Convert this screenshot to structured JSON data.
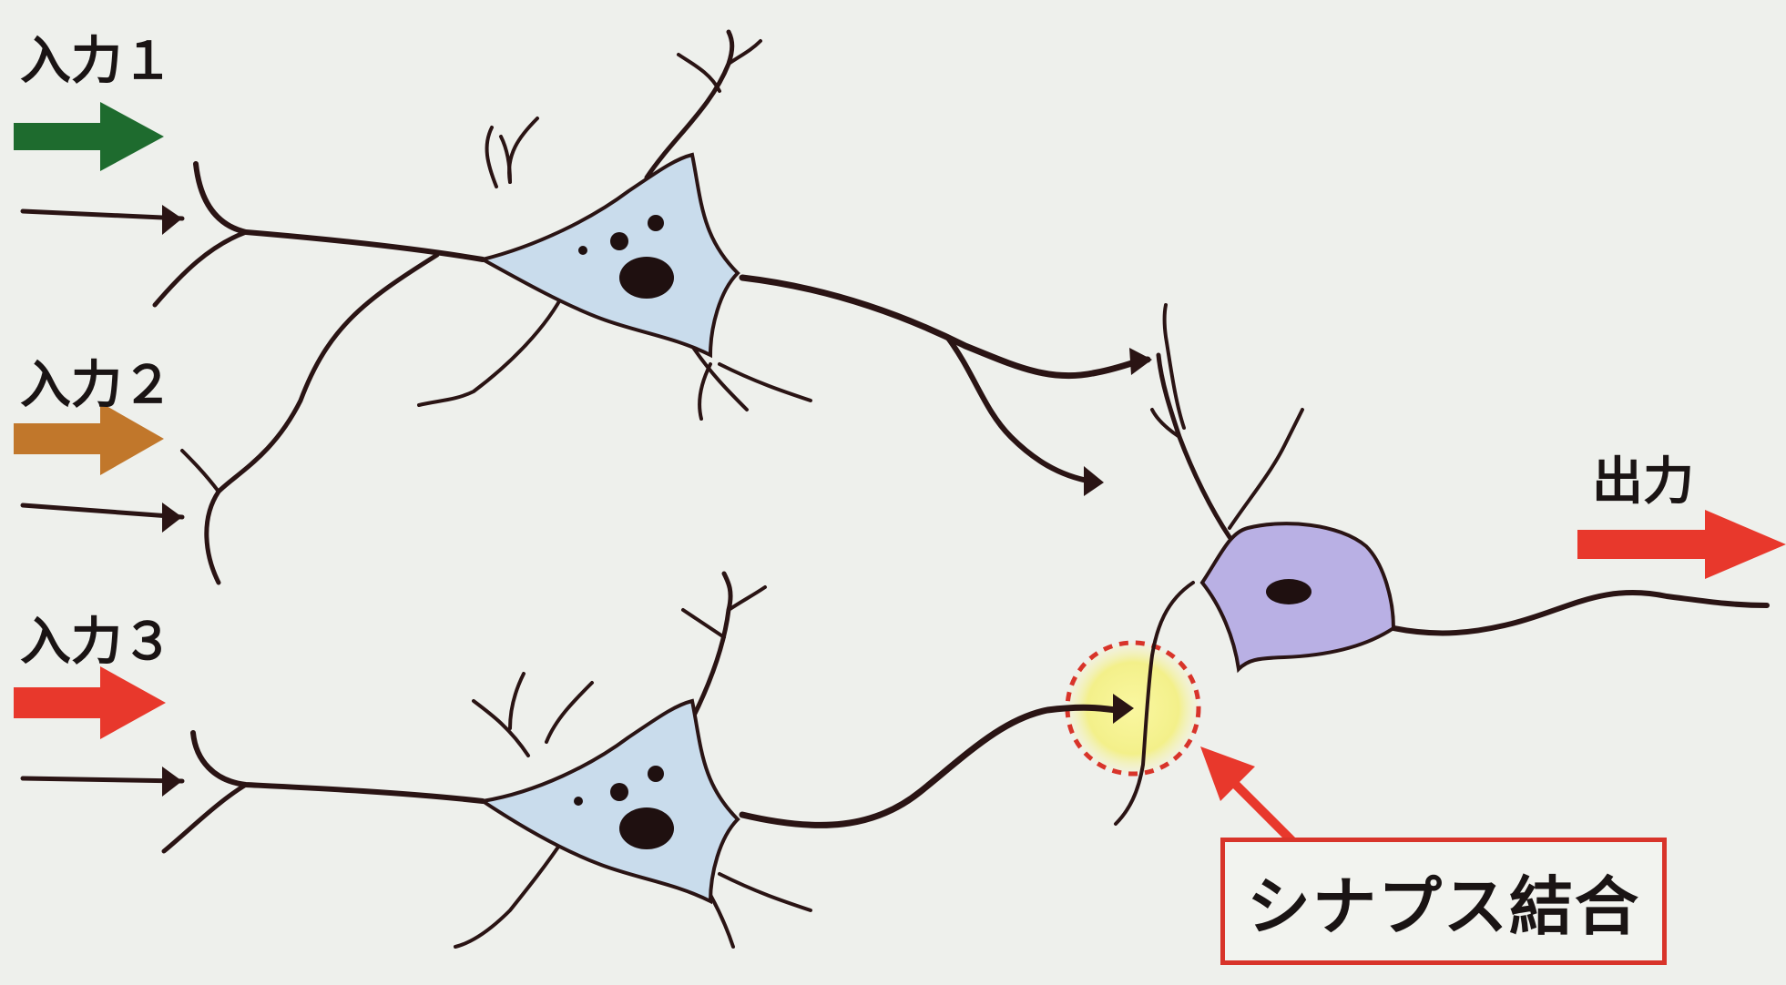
{
  "labels": {
    "input1": "入力１",
    "input2": "入力２",
    "input3": "入力３",
    "output": "出力",
    "synapse": "シナプス結合"
  },
  "colors": {
    "input1_arrow": "#1e6b2e",
    "input2_arrow": "#c1772b",
    "input3_arrow": "#e8382c",
    "output_arrow": "#e8382c",
    "neuron_body": "#c9dcec",
    "output_neuron_body": "#b9b0e4",
    "synapse_highlight": "#f3f08a",
    "synapse_ring": "#d8342a",
    "nerve_fiber": "#2a1414"
  }
}
